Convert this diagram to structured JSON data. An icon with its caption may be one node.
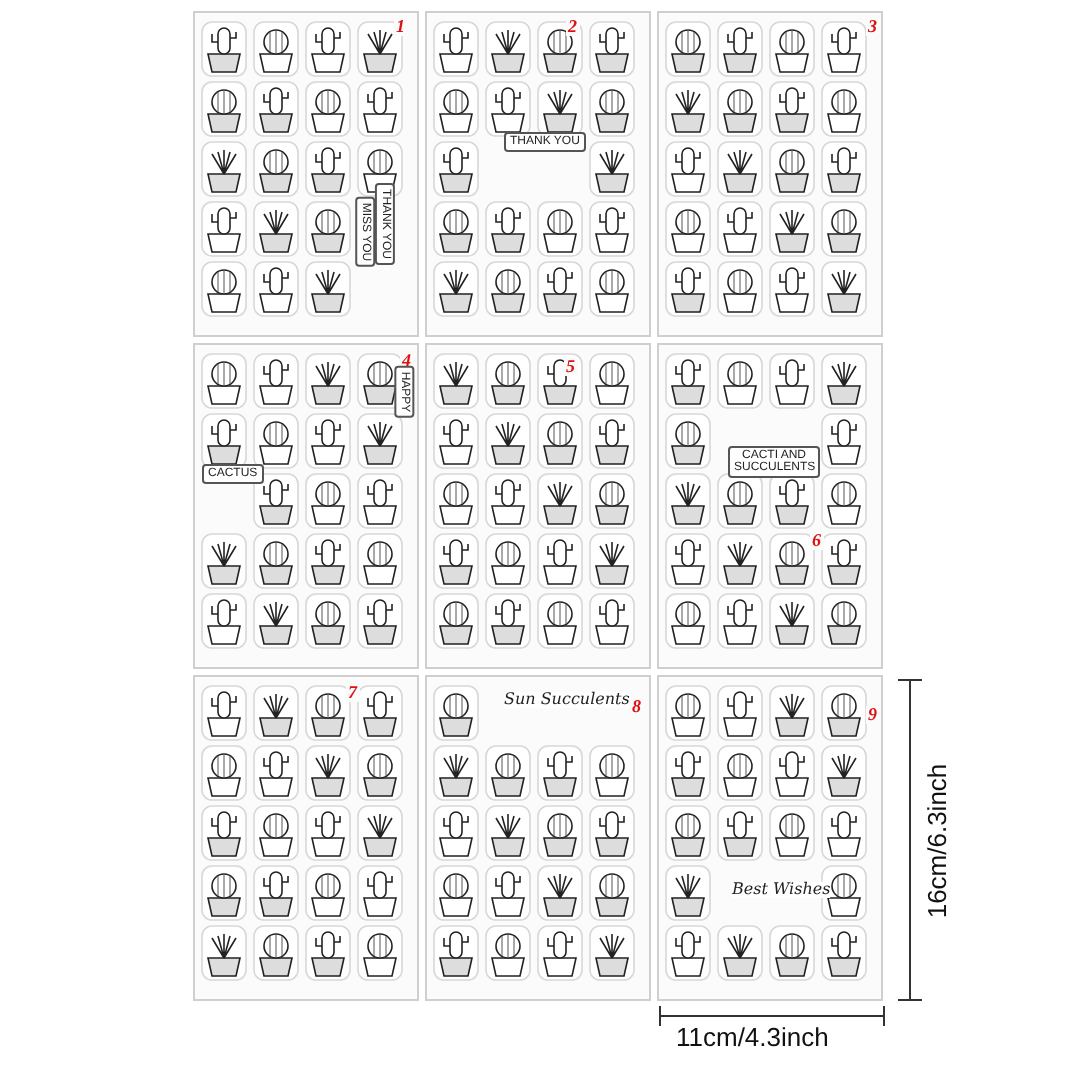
{
  "diagram": {
    "labels": [
      "1",
      "THANK YOU",
      "MISS YOU",
      "2",
      "THANK YOU",
      "3",
      "4",
      "HAPPY",
      "CACTUS",
      "5",
      "6",
      "CACTI AND SUCCULENTS",
      "7",
      "Sun Succulents",
      "8",
      "9",
      "Best Wishes",
      "16cm/6.3inch",
      "11cm/4.3inch"
    ]
  }
}
